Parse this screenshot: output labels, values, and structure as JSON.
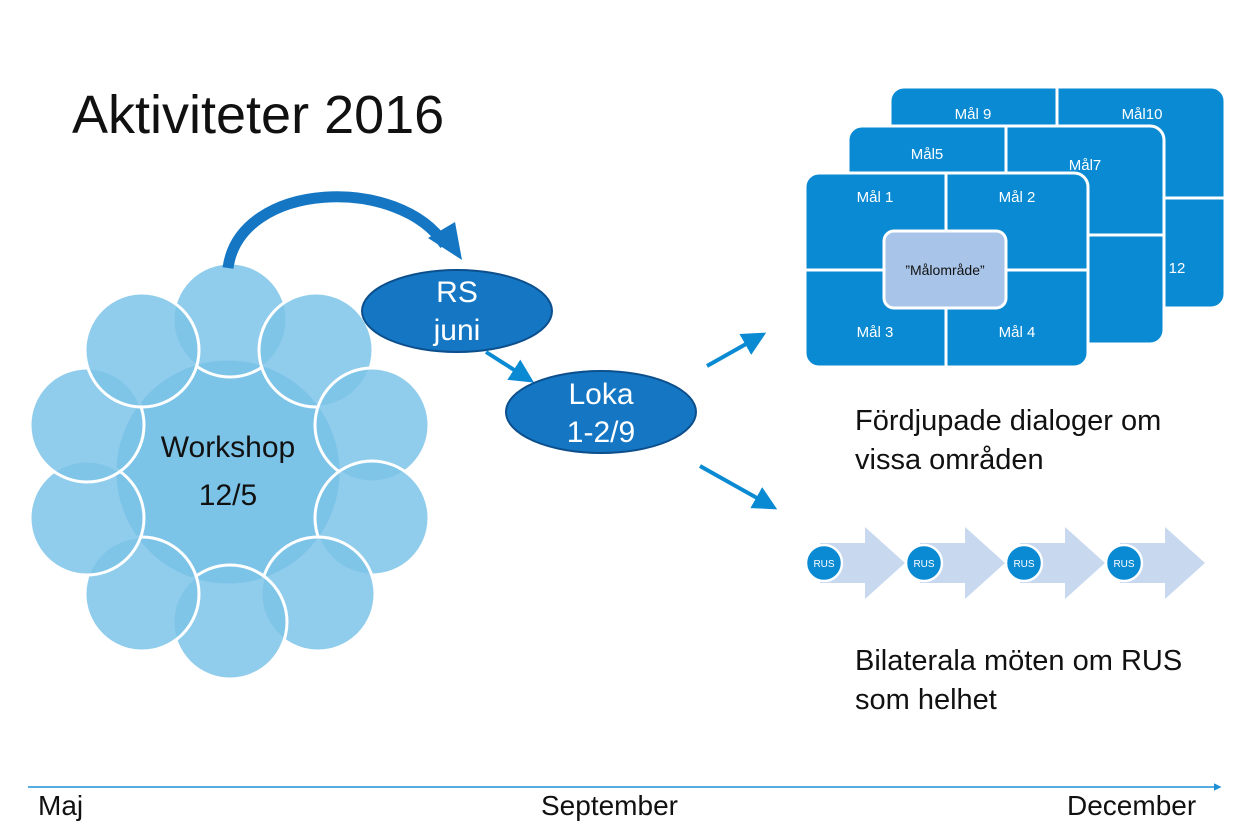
{
  "title": "Aktiviteter 2016",
  "workshop": {
    "line1": "Workshop",
    "line2": "12/5"
  },
  "rs": {
    "line1": "RS",
    "line2": "juni"
  },
  "loka": {
    "line1": "Loka",
    "line2": "1-2/9"
  },
  "goal_cards": {
    "back": [
      "Mål 9",
      "Mål10",
      "12"
    ],
    "middle": [
      "Mål5",
      "Mål7"
    ],
    "front": [
      "Mål 1",
      "Mål 2",
      "Mål 3",
      "Mål 4"
    ],
    "center": "”Målområde”"
  },
  "caption_dialog": {
    "line1": "Fördjupade dialoger om",
    "line2": "vissa områden"
  },
  "rus_label": "RUS",
  "caption_bilateral": {
    "line1": "Bilaterala möten om RUS",
    "line2": "som helhet"
  },
  "timeline": {
    "start": "Maj",
    "middle": "September",
    "end": "December"
  },
  "colors": {
    "blue": "#0a8ad2",
    "light_blue": "#7cc3e8",
    "ellipse": "#1577c4",
    "center_box": "#a8c4e8",
    "chevron": "#c7d8ef"
  }
}
